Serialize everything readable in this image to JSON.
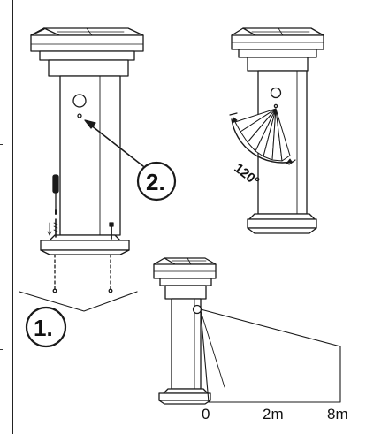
{
  "steps": {
    "step1_label": "1.",
    "step2_label": "2."
  },
  "angle": {
    "label": "120°"
  },
  "distance_scale": {
    "ticks": [
      "0",
      "2m",
      "8m"
    ]
  },
  "colors": {
    "line": "#1a1a1a",
    "background": "#ffffff"
  },
  "icons": [
    "screwdriver-icon",
    "anchor-screw-icon",
    "pir-sensor-icon",
    "solar-panel-icon"
  ]
}
